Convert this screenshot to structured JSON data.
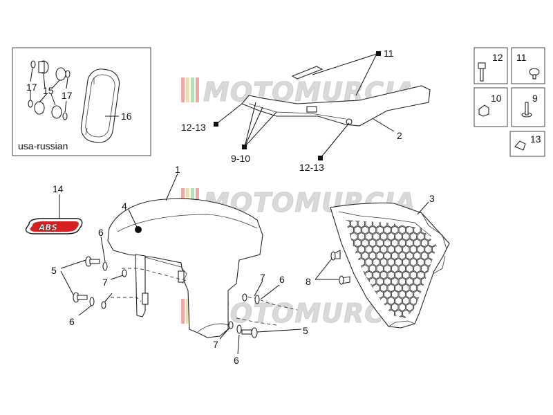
{
  "region_label": "usa-russian",
  "watermark": "MOTOMURCIA",
  "labels": {
    "l1": "1",
    "l2": "2",
    "l3": "3",
    "l4": "4",
    "l5a": "5",
    "l5b": "5",
    "l6a": "6",
    "l6b": "6",
    "l6c": "6",
    "l6d": "6",
    "l7a": "7",
    "l7b": "7",
    "l7c": "7",
    "l8": "8",
    "l9_10": "9-10",
    "l11": "11",
    "l12_13a": "12-13",
    "l12_13b": "12-13",
    "l14": "14",
    "l15": "15",
    "l16": "16",
    "l17a": "17",
    "l17b": "17"
  },
  "legend": {
    "b12": "12",
    "b11": "11",
    "b10": "10",
    "b9": "9",
    "b13": "13"
  },
  "abs_logo_text": "ABS",
  "colors": {
    "watermark_red": "#e05050",
    "watermark_yellow": "#f0c040",
    "watermark_green": "#70c070",
    "abs_red": "#d42020"
  }
}
